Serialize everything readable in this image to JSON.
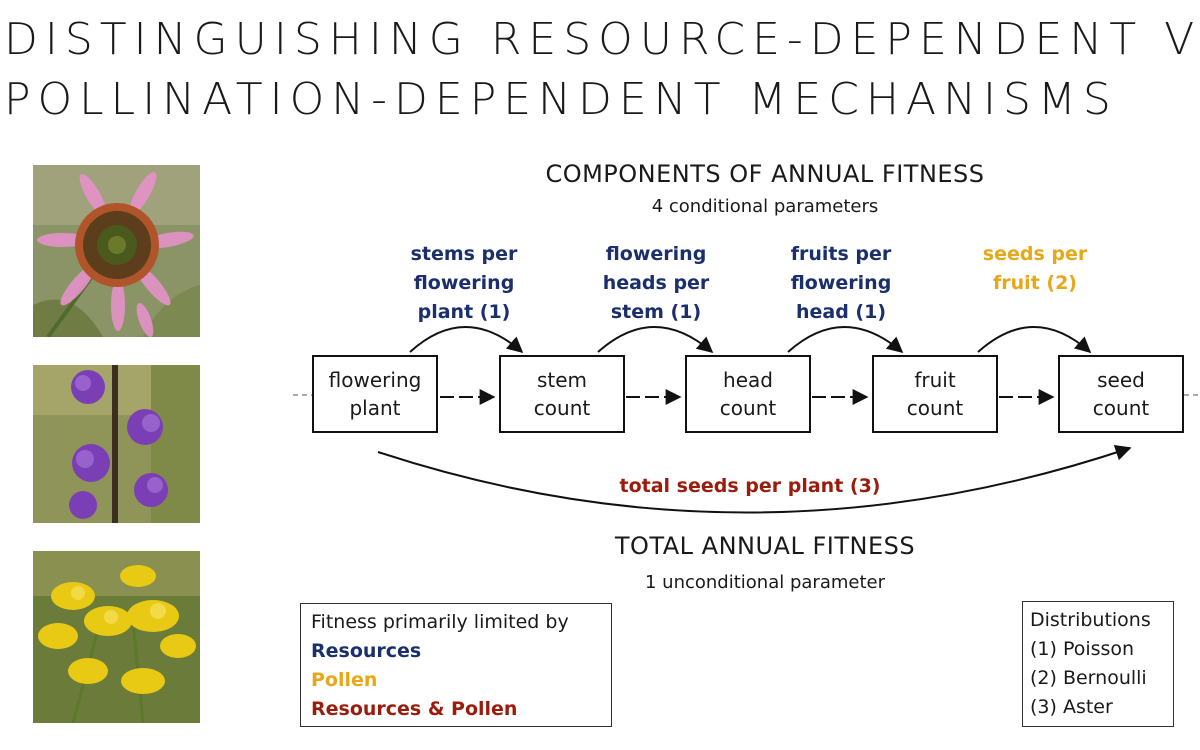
{
  "title": {
    "line1": "DISTINGUISHING RESOURCE-DEPENDENT VS.",
    "line2": "POLLINATION-DEPENDENT MECHANISMS"
  },
  "colors": {
    "resources": "#1a2f6b",
    "pollen": "#e6a817",
    "resources_and_pollen": "#9b1c0c"
  },
  "components": {
    "heading": "COMPONENTS OF ANNUAL FITNESS",
    "subheading": "4 conditional parameters"
  },
  "nodes": [
    {
      "label": "flowering\nplant"
    },
    {
      "label": "stem\ncount"
    },
    {
      "label": "head\ncount"
    },
    {
      "label": "fruit\ncount"
    },
    {
      "label": "seed\ncount"
    }
  ],
  "parameters": [
    {
      "label": "stems per\nflowering\nplant (1)",
      "limit": "resources"
    },
    {
      "label": "flowering\nheads per\nstem (1)",
      "limit": "resources"
    },
    {
      "label": "fruits per\nflowering\nhead (1)",
      "limit": "resources"
    },
    {
      "label": "seeds per\nfruit (2)",
      "limit": "pollen"
    }
  ],
  "total_parameter": {
    "label": "total seeds per plant (3)",
    "limit": "resources_and_pollen"
  },
  "total": {
    "heading": "TOTAL ANNUAL FITNESS",
    "subheading": "1 unconditional parameter"
  },
  "legend": {
    "heading": "Fitness primarily limited by",
    "resources": "Resources",
    "pollen": "Pollen",
    "both": "Resources & Pollen"
  },
  "distributions": {
    "heading": "Distributions",
    "items": [
      "(1) Poisson",
      "(2) Bernoulli",
      "(3) Aster"
    ]
  },
  "photos": [
    {
      "subject": "pink-coneflower"
    },
    {
      "subject": "purple-blazing-star"
    },
    {
      "subject": "yellow-goldenrod"
    }
  ]
}
